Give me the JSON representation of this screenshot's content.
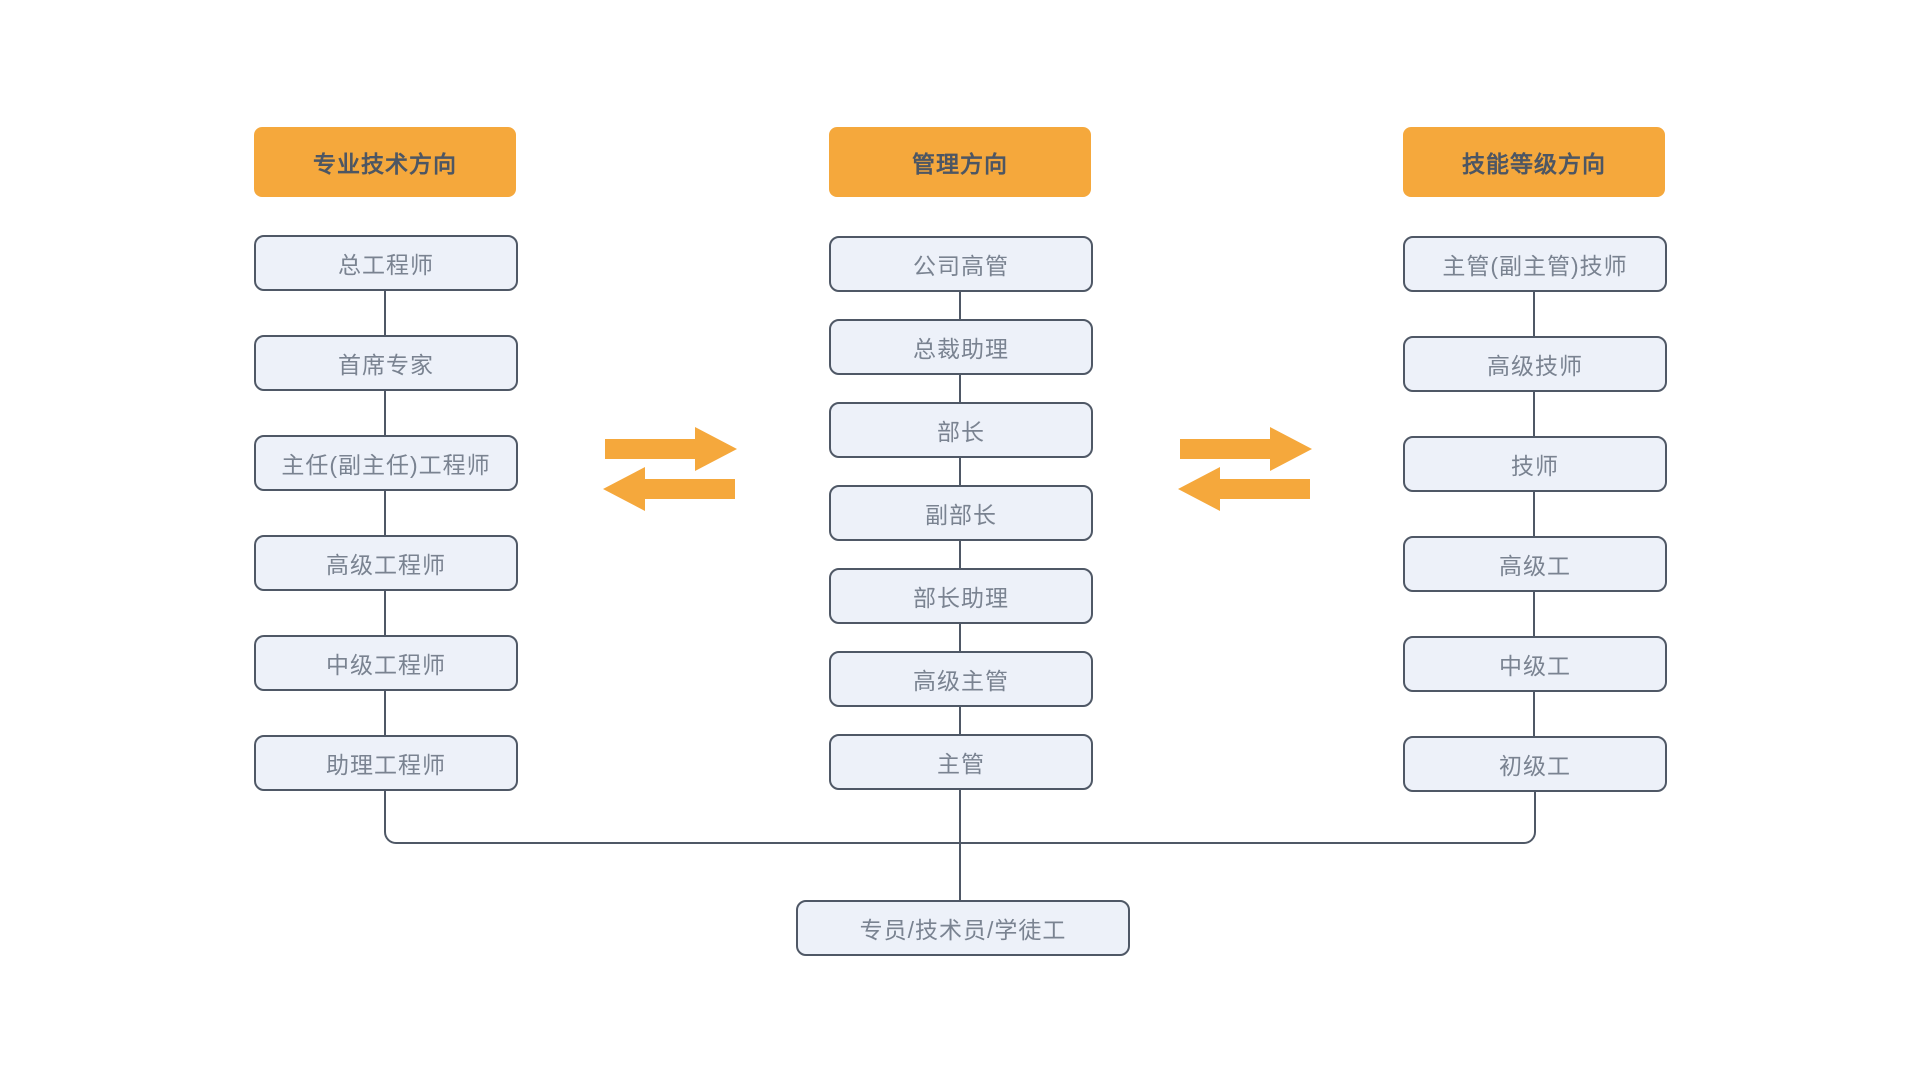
{
  "diagram": {
    "title_note": "career ladder diagram with three tracks converging to one base role",
    "columns": [
      {
        "header": "专业技术方向",
        "items": [
          "总工程师",
          "首席专家",
          "主任(副主任)工程师",
          "高级工程师",
          "中级工程师",
          "助理工程师"
        ]
      },
      {
        "header": "管理方向",
        "items": [
          "公司高管",
          "总裁助理",
          "部长",
          "副部长",
          "部长助理",
          "高级主管",
          "主管"
        ]
      },
      {
        "header": "技能等级方向",
        "items": [
          "主管(副主管)技师",
          "高级技师",
          "技师",
          "高级工",
          "中级工",
          "初级工"
        ]
      }
    ],
    "base_item": "专员/技术员/学徒工",
    "colors": {
      "header_bg": "#F5A83C",
      "arrow": "#F5A83C",
      "node_bg": "#EDF1F9",
      "node_border": "#4F5866",
      "connector_line": "#4F5866",
      "node_text": "#7A8391",
      "header_text": "#4D5663",
      "background": "#FFFFFF"
    }
  }
}
